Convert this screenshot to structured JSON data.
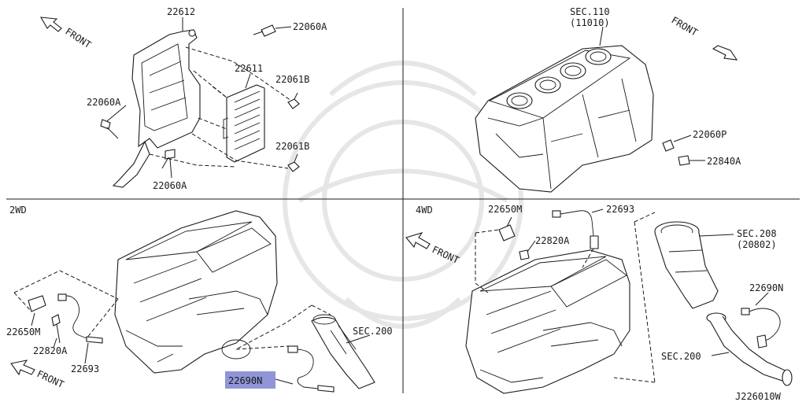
{
  "diagram": {
    "diagram_id": "J226010W",
    "colors": {
      "line": "#1a1a1a",
      "highlight": "#8f95d6",
      "watermark": "#e6e6e6"
    },
    "highlighted_part": "22690N",
    "panels": {
      "top_left": {
        "front_label": "FRONT",
        "parts": {
          "p22612": "22612",
          "p22060A_top": "22060A",
          "p22611": "22611",
          "p22061B_top": "22061B",
          "p22060A_left": "22060A",
          "p22061B_bottom": "22061B",
          "p22060A_bottom": "22060A"
        }
      },
      "top_right": {
        "front_label": "FRONT",
        "sec_ref": "SEC.110",
        "sec_sub": "(11010)",
        "parts": {
          "p22060P": "22060P",
          "p22840A": "22840A"
        }
      },
      "bottom_left": {
        "variant": "2WD",
        "front_label": "FRONT",
        "sec_ref": "SEC.200",
        "parts": {
          "p22650M": "22650M",
          "p22820A": "22820A",
          "p22693": "22693",
          "p22690N": "22690N"
        }
      },
      "bottom_right": {
        "variant": "4WD",
        "front_label": "FRONT",
        "sec_ref_top": "SEC.208",
        "sec_sub_top": "(20802)",
        "sec_ref_bottom": "SEC.200",
        "parts": {
          "p22650M": "22650M",
          "p22693": "22693",
          "p22820A": "22820A",
          "p22690N": "22690N"
        }
      }
    }
  }
}
